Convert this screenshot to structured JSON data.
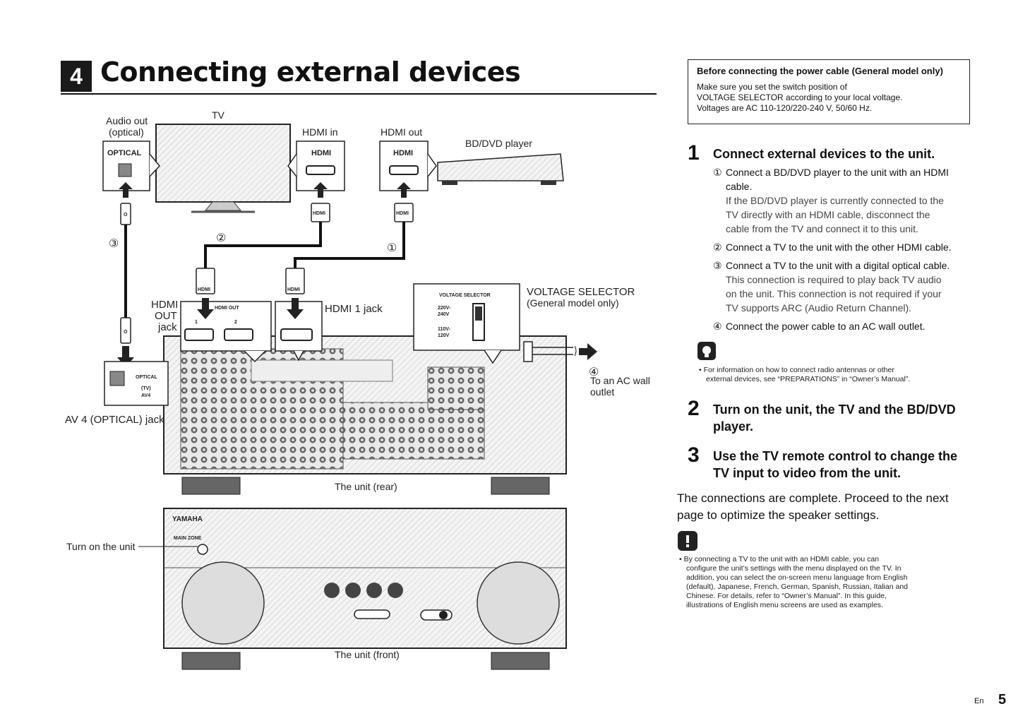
{
  "header": {
    "section_number": "4",
    "title": "Connecting external devices"
  },
  "diagram": {
    "labels": {
      "tv": "TV",
      "audio_out": "Audio out",
      "optical_paren": "(optical)",
      "hdmi_in": "HDMI in",
      "hdmi_out": "HDMI out",
      "bd_dvd_player": "BD/DVD player",
      "optical_port": "OPTICAL",
      "hdmi_port_tv": "HDMI",
      "hdmi_port_player": "HDMI",
      "plug_hdmi": "HDMI",
      "plug_o": "O",
      "circle_1": "①",
      "circle_2": "②",
      "circle_3": "③",
      "circle_4": "④",
      "hdmi_out_jack_1": "HDMI",
      "hdmi_out_jack_2": "OUT",
      "hdmi_out_jack_3": "jack",
      "hdmi_1_jack": "HDMI 1 jack",
      "voltage_selector": "VOLTAGE SELECTOR",
      "general_model_only": "(General model only)",
      "voltage_panel_title": "VOLTAGE SELECTOR",
      "v_220": "220V-",
      "v_240": "240V",
      "v_110": "110V-",
      "v_120": "120V",
      "to_ac_wall": "To an AC wall",
      "outlet": "outlet",
      "av4_optical_jack": "AV 4 (OPTICAL) jack",
      "optical_small": "OPTICAL",
      "tv_small": "(TV)",
      "av4_small": "AV4",
      "hdmi_out_small": "HDMI OUT",
      "jack_1": "1",
      "jack_2": "2",
      "unit_rear": "The unit (rear)",
      "turn_on_unit": "Turn on the unit",
      "yamaha": "YAMAHA",
      "main_zone": "MAIN ZONE",
      "unit_front": "The unit (front)"
    }
  },
  "notice": {
    "title": "Before connecting the power cable (General model only)",
    "lines": [
      "Make sure you set the switch position of",
      "VOLTAGE SELECTOR according to your local voltage.",
      "Voltages are AC 110-120/220-240 V, 50/60 Hz."
    ]
  },
  "steps": [
    {
      "number": "1",
      "heading": "Connect external devices to the unit.",
      "items": [
        {
          "mark": "①",
          "lines": [
            "Connect a BD/DVD player to the unit with an HDMI",
            "cable."
          ],
          "detail": [
            "If the BD/DVD player is currently connected to the",
            "TV directly with an HDMI cable, disconnect the",
            "cable from the TV and connect it to this unit."
          ]
        },
        {
          "mark": "②",
          "lines": [
            "Connect a TV to the unit with the other HDMI cable."
          ],
          "detail": []
        },
        {
          "mark": "③",
          "lines": [
            "Connect a TV to the unit with a digital optical cable."
          ],
          "detail": [
            "This connection is required to play back TV audio",
            "on the unit. This connection is not required if your",
            "TV supports ARC (Audio Return Channel)."
          ]
        },
        {
          "mark": "④",
          "lines": [
            "Connect the power cable to an AC wall outlet."
          ],
          "detail": []
        }
      ],
      "hint_lines": [
        "• For information on how to connect radio antennas or other",
        "external devices, see “PREPARATIONS” in “Owner’s Manual”."
      ]
    },
    {
      "number": "2",
      "heading_lines": [
        "Turn on the unit, the TV and the BD/DVD",
        "player."
      ]
    },
    {
      "number": "3",
      "heading_lines": [
        "Use the TV remote control to change the",
        "TV input to video from the unit."
      ]
    }
  ],
  "closing_lines": [
    "The connections are complete. Proceed to the next",
    "page to optimize the speaker settings."
  ],
  "caution_lines": [
    "• By connecting a TV to the unit with an HDMI cable, you can",
    "configure the unit’s settings with the menu displayed on the TV. In",
    "addition, you can select the on-screen menu language from English",
    "(default), Japanese, French, German, Spanish, Russian, Italian and",
    "Chinese. For details, refer to “Owner’s Manual”. In this guide,",
    "illustrations of English menu screens are used as examples."
  ],
  "footer": {
    "lang": "En",
    "page": "5"
  }
}
